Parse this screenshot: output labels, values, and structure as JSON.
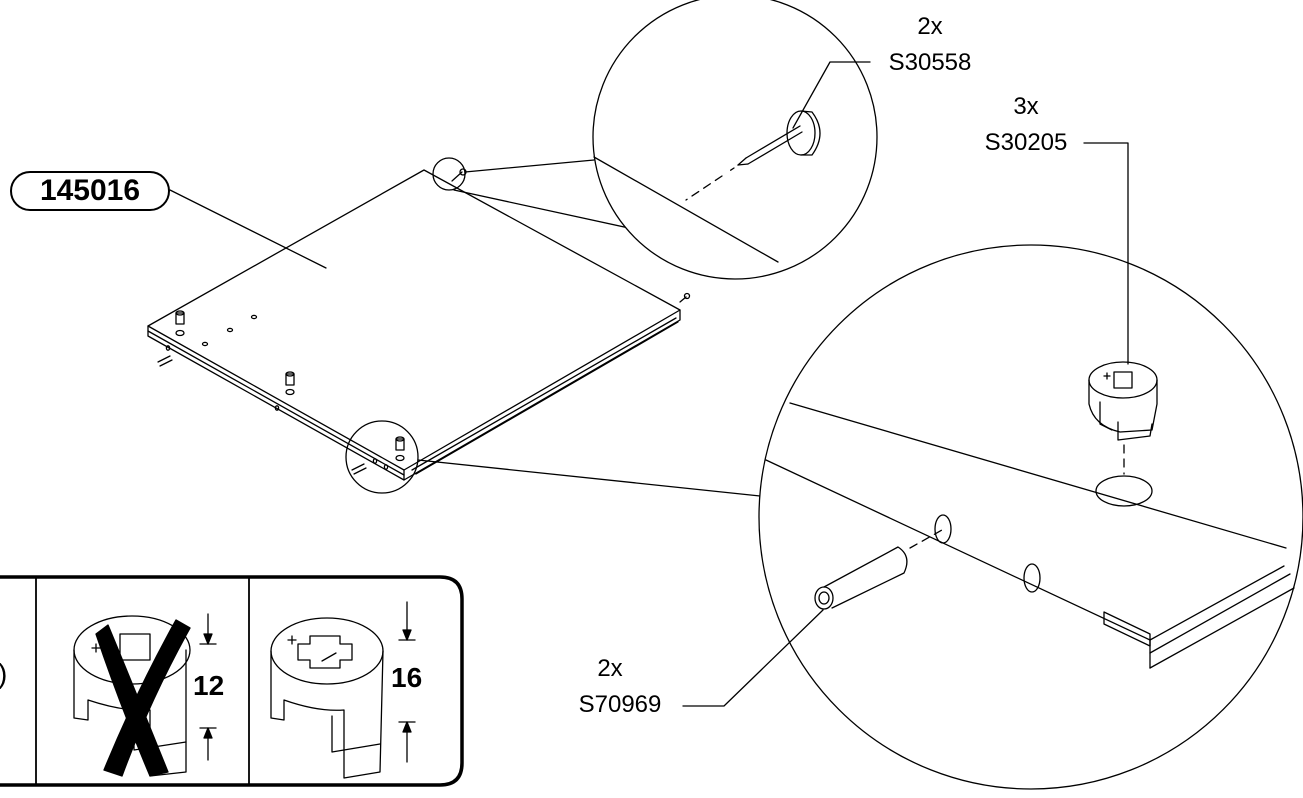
{
  "part_id": "145016",
  "callouts": [
    {
      "qty": "2x",
      "code": "S30558"
    },
    {
      "qty": "3x",
      "code": "S30205"
    },
    {
      "qty": "2x",
      "code": "S70969"
    }
  ],
  "comparison": {
    "edge_fragment": ")",
    "wrong": {
      "dimension": "12"
    },
    "correct": {
      "dimension": "16"
    }
  }
}
